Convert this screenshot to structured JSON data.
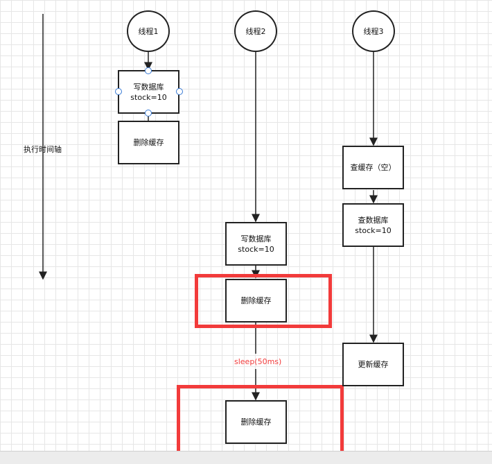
{
  "timeline": {
    "label": "执行时间轴"
  },
  "threads": [
    {
      "title": "线程1",
      "steps": [
        "写数据库\nstock=10",
        "删除缓存"
      ]
    },
    {
      "title": "线程2",
      "steps": [
        "写数据库\nstock=10",
        "删除缓存",
        "删除缓存"
      ]
    },
    {
      "title": "线程3",
      "steps": [
        "查缓存（空）",
        "查数据库\nstock=10",
        "更新缓存"
      ]
    }
  ],
  "edge_labels": {
    "sleep": "sleep(50ms)"
  },
  "colors": {
    "highlight": "#f23b3b",
    "stroke": "#222222",
    "handle": "#3a7bd5"
  }
}
